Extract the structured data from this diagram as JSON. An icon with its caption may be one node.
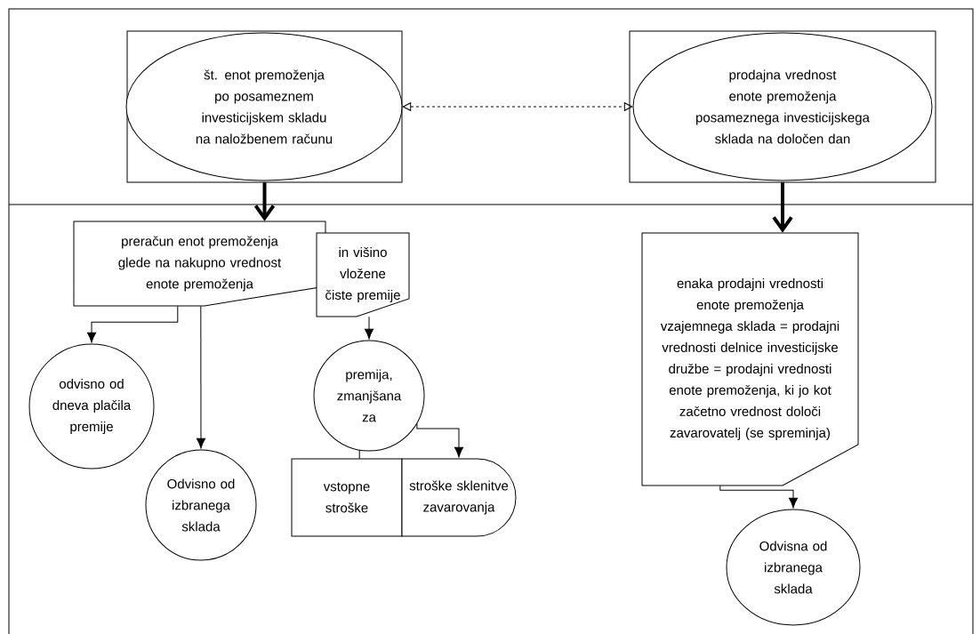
{
  "diagram": {
    "nodes": [
      {
        "text": [],
        "shape": "box"
      },
      {
        "text": [
          "št. enot premoženja po posameznem investicijskem skladu na naložbenem računu"
        ],
        "in": 0
      },
      {
        "text": [],
        "shape": "box"
      },
      {
        "text": [
          "prodajna vrednost enote premoženja posameznega investicijskega sklada na določen dan"
        ],
        "in": 2
      },
      {
        "text": [
          "preračun enot premoženja glede na nakupno vrednost enote premoženja"
        ]
      },
      {
        "text": [
          "in višino vložene čiste premije"
        ]
      },
      {
        "text": [
          "odvisno od dneva plačila premije"
        ]
      },
      {
        "text": [
          "Odvisno od izbranega sklada"
        ]
      },
      {
        "text": [
          "premija, zmanjšana za"
        ]
      },
      {
        "text": [
          "vstopne stroške"
        ]
      },
      {
        "text": [
          "stroške sklenitve zavarovanja"
        ]
      },
      {
        "text": [
          "enaka prodajni vrednosti enote premoženja vzajemnega sklada = prodajni vrednosti delnice investicijske družbe = prodajni vrednosti enote premoženja, ki jo kot začetno vrednost določi zavarovatelj (se spreminja)"
        ]
      },
      {
        "text": [
          "Odvisna od izbranega sklada"
        ]
      }
    ],
    "edges": [
      {
        "from": 1,
        "to": 3,
        "arrow": "both",
        "style": "dashed"
      },
      {
        "from": 0,
        "to": 4,
        "arrow": "to",
        "style": "thick"
      },
      {
        "from": 2,
        "to": 11,
        "arrow": "to",
        "style": "thick"
      },
      {
        "from": 4,
        "to": 6,
        "arrow": "to"
      },
      {
        "from": 4,
        "to": 7,
        "arrow": "to"
      },
      {
        "from": 5,
        "to": 8,
        "arrow": "to"
      },
      {
        "from": 8,
        "to": 9,
        "arrow": "none"
      },
      {
        "from": 8,
        "to": 10,
        "arrow": "to"
      },
      {
        "from": 11,
        "to": 12,
        "arrow": "to"
      }
    ]
  }
}
